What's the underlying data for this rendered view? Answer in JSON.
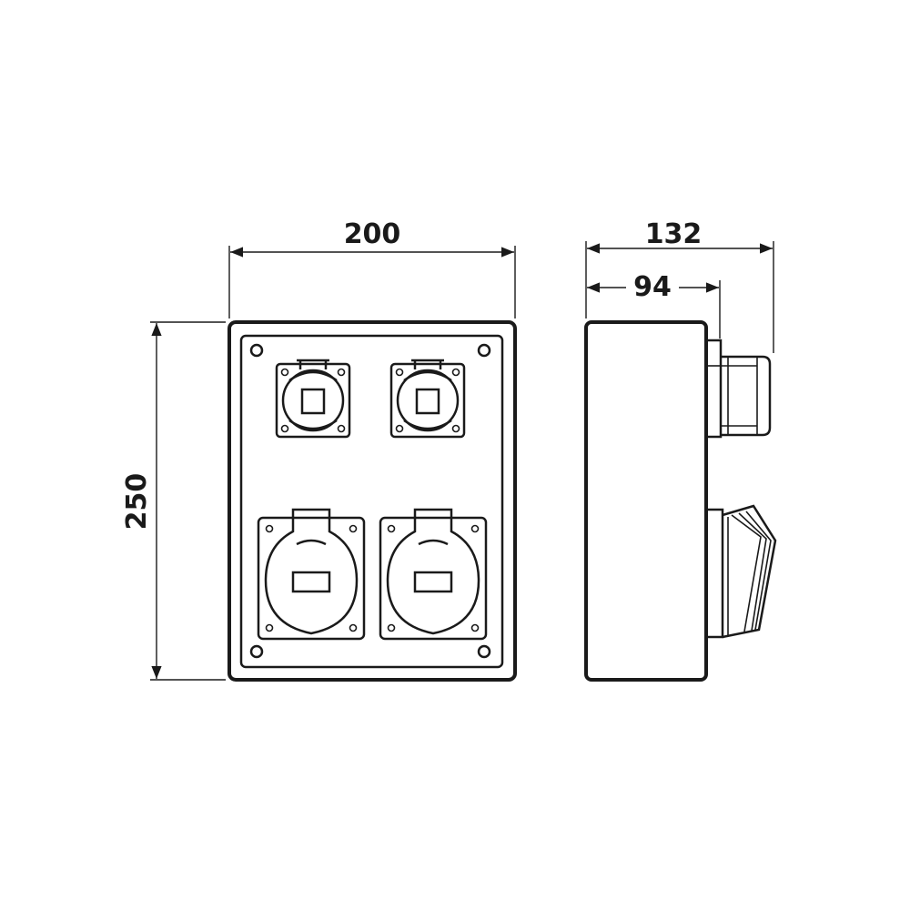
{
  "dimensions": {
    "front_width": "200",
    "front_height": "250",
    "side_total_depth": "132",
    "side_body_depth": "94"
  },
  "colors": {
    "line": "#1a1a1a",
    "background": "#ffffff"
  }
}
